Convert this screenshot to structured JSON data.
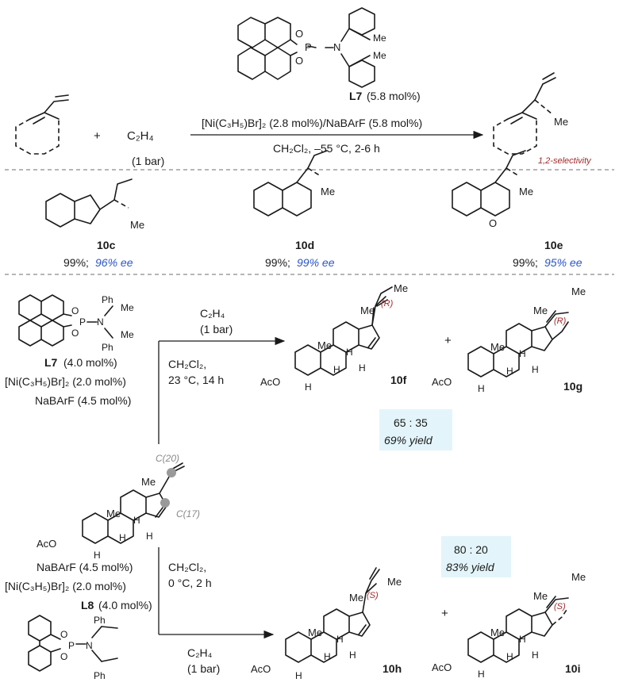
{
  "top_reaction": {
    "reagent": "C₂H₄",
    "reagent_pressure": "(1 bar)",
    "plus": "+",
    "ligand_label": "L7",
    "ligand_loading": "(5.8 mol%)",
    "ligand_me_1": "Me",
    "ligand_me_2": "Me",
    "catalyst_line": "[Ni(C₃H₅)Br]₂ (2.8 mol%)/NaBArF (5.8 mol%)",
    "conditions_line": "CH₂Cl₂, –55 °C, 2-6 h",
    "product_me": "Me",
    "selectivity_note": "1,2-selectivity",
    "ligand_atoms": {
      "o1": "O",
      "o2": "O",
      "p": "P",
      "n": "N"
    }
  },
  "products_row": [
    {
      "label": "10c",
      "yield": "99%;",
      "ee": "96% ee",
      "me": "Me",
      "hetero": ""
    },
    {
      "label": "10d",
      "yield": "99%;",
      "ee": "99% ee",
      "me": "Me",
      "hetero": ""
    },
    {
      "label": "10e",
      "yield": "99%;",
      "ee": "95% ee",
      "me": "Me",
      "hetero": "O"
    }
  ],
  "bottom": {
    "upper_conditions": {
      "reagent": "C₂H₄",
      "pressure": "(1 bar)",
      "solvent": "CH₂Cl₂,",
      "temp_time": "23 °C, 14 h",
      "ligand_label": "L7",
      "ligand_loading": "(4.0 mol%)",
      "ni_line": "[Ni(C₃H₅)Br]₂ (2.0 mol%)",
      "barf_line": "NaBArF (4.5 mol%)",
      "ligand_atoms": {
        "o1": "O",
        "o2": "O",
        "p": "P",
        "n": "N",
        "ph1": "Ph",
        "ph2": "Ph",
        "me1": "Me",
        "me2": "Me"
      }
    },
    "upper_products": {
      "p1_label": "10f",
      "p2_label": "10g",
      "p1_config": "(R)",
      "p2_config": "(R)",
      "ratio": "65 : 35",
      "yield": "69% yield",
      "plus": "+"
    },
    "substrate": {
      "c20_label": "C(20)",
      "c17_label": "C(17)",
      "aco": "AcO",
      "me_labels": [
        "Me",
        "Me"
      ],
      "h_labels": [
        "H",
        "H",
        "H",
        "H"
      ]
    },
    "lower_conditions": {
      "barf_line": "NaBArF (4.5 mol%)",
      "ni_line": "[Ni(C₃H₅)Br]₂ (2.0 mol%)",
      "ligand_label": "L8",
      "ligand_loading": "(4.0 mol%)",
      "solvent": "CH₂Cl₂,",
      "temp_time": "0 °C, 2 h",
      "reagent": "C₂H₄",
      "pressure": "(1 bar)",
      "ligand_atoms": {
        "o1": "O",
        "o2": "O",
        "p": "P",
        "n": "N",
        "ph1": "Ph",
        "ph2": "Ph"
      }
    },
    "lower_products": {
      "p1_label": "10h",
      "p2_label": "10i",
      "p1_config": "(S)",
      "p2_config": "(S)",
      "ratio": "80 : 20",
      "yield": "83% yield",
      "plus": "+"
    },
    "steroid_common": {
      "aco": "AcO",
      "me": "Me",
      "h": "H"
    }
  },
  "colors": {
    "config_label": "#a12a2a",
    "ee_text": "#2a56c6",
    "ratio_box": "#e3f5fa",
    "separator": "#8a8a8a",
    "atom_marker": "#999999"
  }
}
